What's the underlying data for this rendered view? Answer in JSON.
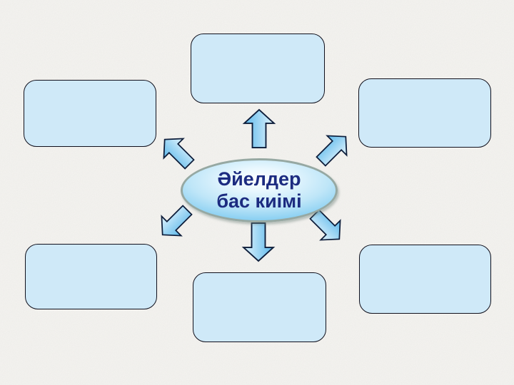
{
  "slide": {
    "background": {
      "base_color": "#f5f4f1",
      "texture": "paper-grain-noise"
    },
    "center_ellipse": {
      "text_line1": "Әйелдер",
      "text_line2": "бас киімі",
      "text_color": "#1c2b80",
      "border_color": "#96a8a2",
      "fill_highlight": "#ffffff",
      "fill_edge": "#1f8ecb"
    },
    "boxes": [
      {
        "position": "top-center",
        "label": ""
      },
      {
        "position": "top-left",
        "label": ""
      },
      {
        "position": "top-right",
        "label": ""
      },
      {
        "position": "bottom-left",
        "label": ""
      },
      {
        "position": "bottom-right",
        "label": ""
      },
      {
        "position": "bottom-center",
        "label": ""
      }
    ],
    "box_style": {
      "fill_color": "#cfe9f8",
      "border_color": "#10101c"
    },
    "arrows": {
      "directions": [
        "up",
        "up-left",
        "up-right",
        "down",
        "down-left",
        "down-right"
      ],
      "fill_start": "#5db8ea",
      "fill_end": "#e4f4fd",
      "outline_color": "#0d1d3a"
    }
  }
}
